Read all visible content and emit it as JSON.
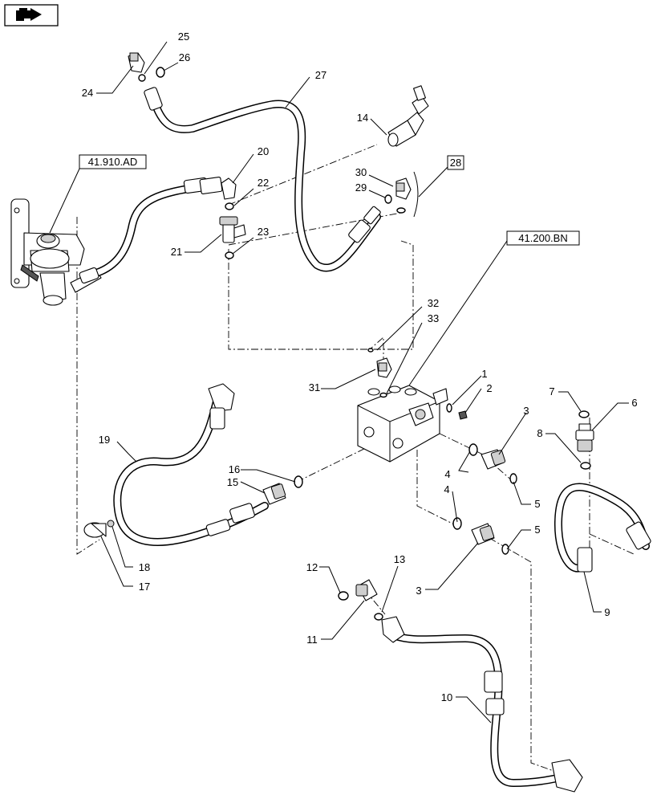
{
  "nav_icon": "back-arrow-icon",
  "references": {
    "ref_41910": "41.910.AD",
    "ref_41200": "41.200.BN",
    "ref_28": "28"
  },
  "callouts": {
    "n1": "1",
    "n2": "2",
    "n3a": "3",
    "n3b": "3",
    "n4a": "4",
    "n4b": "4",
    "n5a": "5",
    "n5b": "5",
    "n6": "6",
    "n7": "7",
    "n8": "8",
    "n9": "9",
    "n10": "10",
    "n11": "11",
    "n12": "12",
    "n13": "13",
    "n14": "14",
    "n15": "15",
    "n16": "16",
    "n17": "17",
    "n18": "18",
    "n19": "19",
    "n20": "20",
    "n21": "21",
    "n22": "22",
    "n23": "23",
    "n24": "24",
    "n25": "25",
    "n26": "26",
    "n27": "27",
    "n29": "29",
    "n30": "30",
    "n31": "31",
    "n32": "32",
    "n33": "33"
  }
}
